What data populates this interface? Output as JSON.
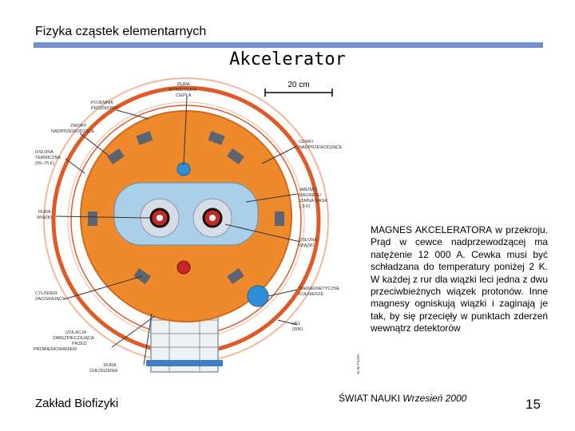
{
  "header": {
    "title": "Fizyka cząstek elementarnych"
  },
  "slide": {
    "title": "Akcelerator"
  },
  "diagram": {
    "scale_label": "20 cm",
    "credit": "SLIM FILMS",
    "labels": {
      "rura_wymiennika": [
        "RURA",
        "WYMIENNIKA",
        "CIEPŁA"
      ],
      "pojemnik": [
        "POJEMNIK",
        "PRÓŻNIOWY"
      ],
      "zwory": [
        "ZWORY",
        "NADPRZEWODZĄCE"
      ],
      "oslona_termiczna": [
        "OSŁONA",
        "TERMICZNA",
        "(55–75 K)"
      ],
      "rura_wiazki": [
        "RURA",
        "WIĄZKI"
      ],
      "cylinder": [
        "CYLINDER",
        "ZACISKAJĄCY"
      ],
      "izolacja": [
        "IZOLACJA",
        "ZABEZPIECZAJĄCA",
        "PRZED",
        "PROMIENIOWANIEM"
      ],
      "rura_chlodzenia": [
        "RURA",
        "CHŁODZENIA"
      ],
      "cewki": [
        "CEWKI",
        "NADPRZEWODZĄCE"
      ],
      "jarzmo": [
        "JARZMO",
        "MAGNESU",
        "(ZIMNA MASA",
        "1,9 K)"
      ],
      "oslona_wiazki": [
        "OSŁONA",
        "WIĄZKI"
      ],
      "niemagnetyczne": [
        "NIEMAGNETYCZNE",
        "KOŁNIERZE"
      ],
      "hel": [
        "HEL",
        "(50K)"
      ]
    }
  },
  "caption": "MAGNES AKCELERATORA w przekroju. Prąd w cewce nadprzewodzącej ma natężenie 12 000 A. Cewka musi być schładzana do temperatury poniżej 2 K. W każdej z rur dla wiązki leci jedna z dwu przeciwbieżnych wiązek protonów. Inne magnesy ogniskują wiązki i zaginają je tak, by się przecięły w punktach zderzeń wewnątrz detektorów",
  "footer": {
    "left": "Zakład Biofizyki",
    "source": "ŚWIAT NAUKI",
    "date": "Wrzesień 2000",
    "page_number": "15"
  },
  "colors": {
    "orange": "#ef8a2c",
    "ring_red": "#e05a28",
    "cavity_blue": "#a9d0e8",
    "pipe_blue": "#2d8fd7",
    "rule": "#7090d0"
  }
}
